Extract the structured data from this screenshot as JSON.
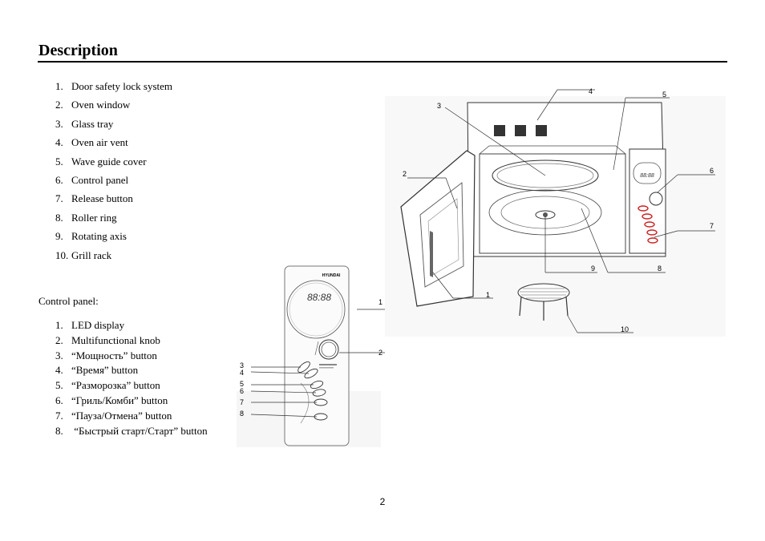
{
  "heading": "Description",
  "parts": [
    {
      "num": "1.",
      "label": "Door safety lock system"
    },
    {
      "num": "2.",
      "label": "Oven window"
    },
    {
      "num": "3.",
      "label": "Glass tray"
    },
    {
      "num": "4.",
      "label": "Oven air vent"
    },
    {
      "num": "5.",
      "label": "Wave guide cover"
    },
    {
      "num": "6.",
      "label": "Control panel"
    },
    {
      "num": "7.",
      "label": "Release button"
    },
    {
      "num": "8.",
      "label": "Roller ring"
    },
    {
      "num": "9.",
      "label": "Rotating axis"
    },
    {
      "num": "10.",
      "label": "Grill rack"
    }
  ],
  "control_panel_label": "Control panel:",
  "controls": [
    {
      "num": "1.",
      "label": "LED display"
    },
    {
      "num": "2.",
      "label": "Multifunctional knob"
    },
    {
      "num": "3.",
      "label": "“Мощность” button"
    },
    {
      "num": "4.",
      "label": "“Время” button"
    },
    {
      "num": "5.",
      "label": "“Разморозка” button"
    },
    {
      "num": "6.",
      "label": "“Гриль/Комби” button"
    },
    {
      "num": "7.",
      "label": "“Пауза/Отмена” button"
    },
    {
      "num": "8.",
      "label": " “Быстрый старт/Старт” button"
    }
  ],
  "panel_diagram": {
    "brand": "HYUNDAI",
    "display": "88:88",
    "callouts": [
      "1",
      "2",
      "3",
      "4",
      "5",
      "6",
      "7",
      "8"
    ]
  },
  "oven_diagram": {
    "display": "88:88",
    "callouts": [
      "1",
      "2",
      "3",
      "4",
      "5",
      "6",
      "7",
      "8",
      "9",
      "10"
    ]
  },
  "page_number": "2"
}
